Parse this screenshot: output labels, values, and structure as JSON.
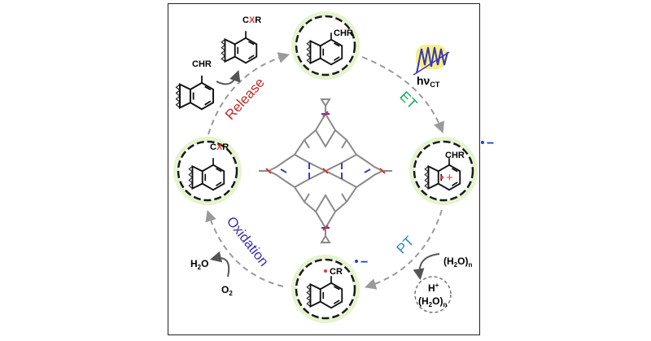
{
  "cycle": {
    "steps": [
      {
        "label": "ET",
        "color": "#1aa15a"
      },
      {
        "label": "PT",
        "color": "#2f86b8"
      },
      {
        "label": "Oxidation",
        "color": "#3a2fa8"
      },
      {
        "label": "Release",
        "color": "#c62828"
      }
    ]
  },
  "molecules": {
    "top": {
      "group": "CHR"
    },
    "right": {
      "group": "CHR",
      "mark": "+"
    },
    "bottom": {
      "group": "CR"
    },
    "left": {
      "group_c": "C",
      "group_x": "X",
      "group_r": "R"
    },
    "product": {
      "group_c": "C",
      "group_x": "X",
      "group_r": "R"
    },
    "substrate": {
      "group": "CHR"
    }
  },
  "photon": {
    "main": "hν",
    "sub": "CT"
  },
  "species": {
    "electron_sign": "−",
    "water_cluster_main": "(H",
    "water_cluster_sub2": "2",
    "water_cluster_mid": "O)",
    "water_cluster_subn": "n",
    "proton_main": "H",
    "proton_sup": "+",
    "h2o_main": "H",
    "h2o_sub": "2",
    "h2o_end": "O",
    "o2_main": "O",
    "o2_sub": "2"
  },
  "colors": {
    "halo": "#e6f3cf",
    "ring_border": "#1a1a1a",
    "arrow_gray": "#9a9a9a",
    "radical_red": "#e53935",
    "electron_blue": "#1e3fd1",
    "x_red": "#e53935",
    "photon_bg": "#f6f08a",
    "photon_wave": "#3a35b8"
  }
}
